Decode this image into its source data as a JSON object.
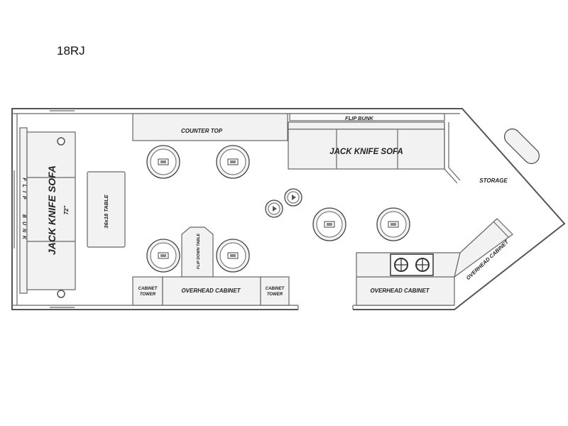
{
  "model": "18RJ",
  "labels": {
    "counter_top": "COUNTER TOP",
    "flip_bunk_top": "FLIP BUNK",
    "jack_knife_sofa_right": "JACK KNIFE SOFA",
    "storage": "STORAGE",
    "flip_bunk_left_1": "FLIP",
    "flip_bunk_left_2": "BUNK",
    "jack_knife_sofa_left": "JACK KNIFE SOFA",
    "sofa_width": "72\"",
    "table": "36x18 TABLE",
    "flip_down_table": "FLIP DOWN TABLE",
    "cabinet_tower_1_a": "CABINET",
    "cabinet_tower_1_b": "TOWER",
    "overhead_cabinet_left": "OVERHEAD CABINET",
    "cabinet_tower_2_a": "CABINET",
    "cabinet_tower_2_b": "TOWER",
    "overhead_cabinet_right": "OVERHEAD CABINET",
    "overhead_cabinet_angled": "OVERHEAD CABINET"
  },
  "colors": {
    "wall": "#555555",
    "fixture_fill": "#f2f2f2",
    "text": "#222222"
  },
  "icons": [
    "fishing-hole-icon",
    "stove-burner-icon",
    "spare-tire-icon"
  ]
}
